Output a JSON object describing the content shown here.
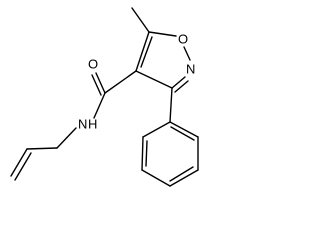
{
  "molecule": {
    "atoms": {
      "nitrogen_amide": "N",
      "hydrogen_amide": "H",
      "oxygen_carbonyl": "O",
      "oxygen_ring": "O",
      "nitrogen_ring": "N"
    }
  }
}
